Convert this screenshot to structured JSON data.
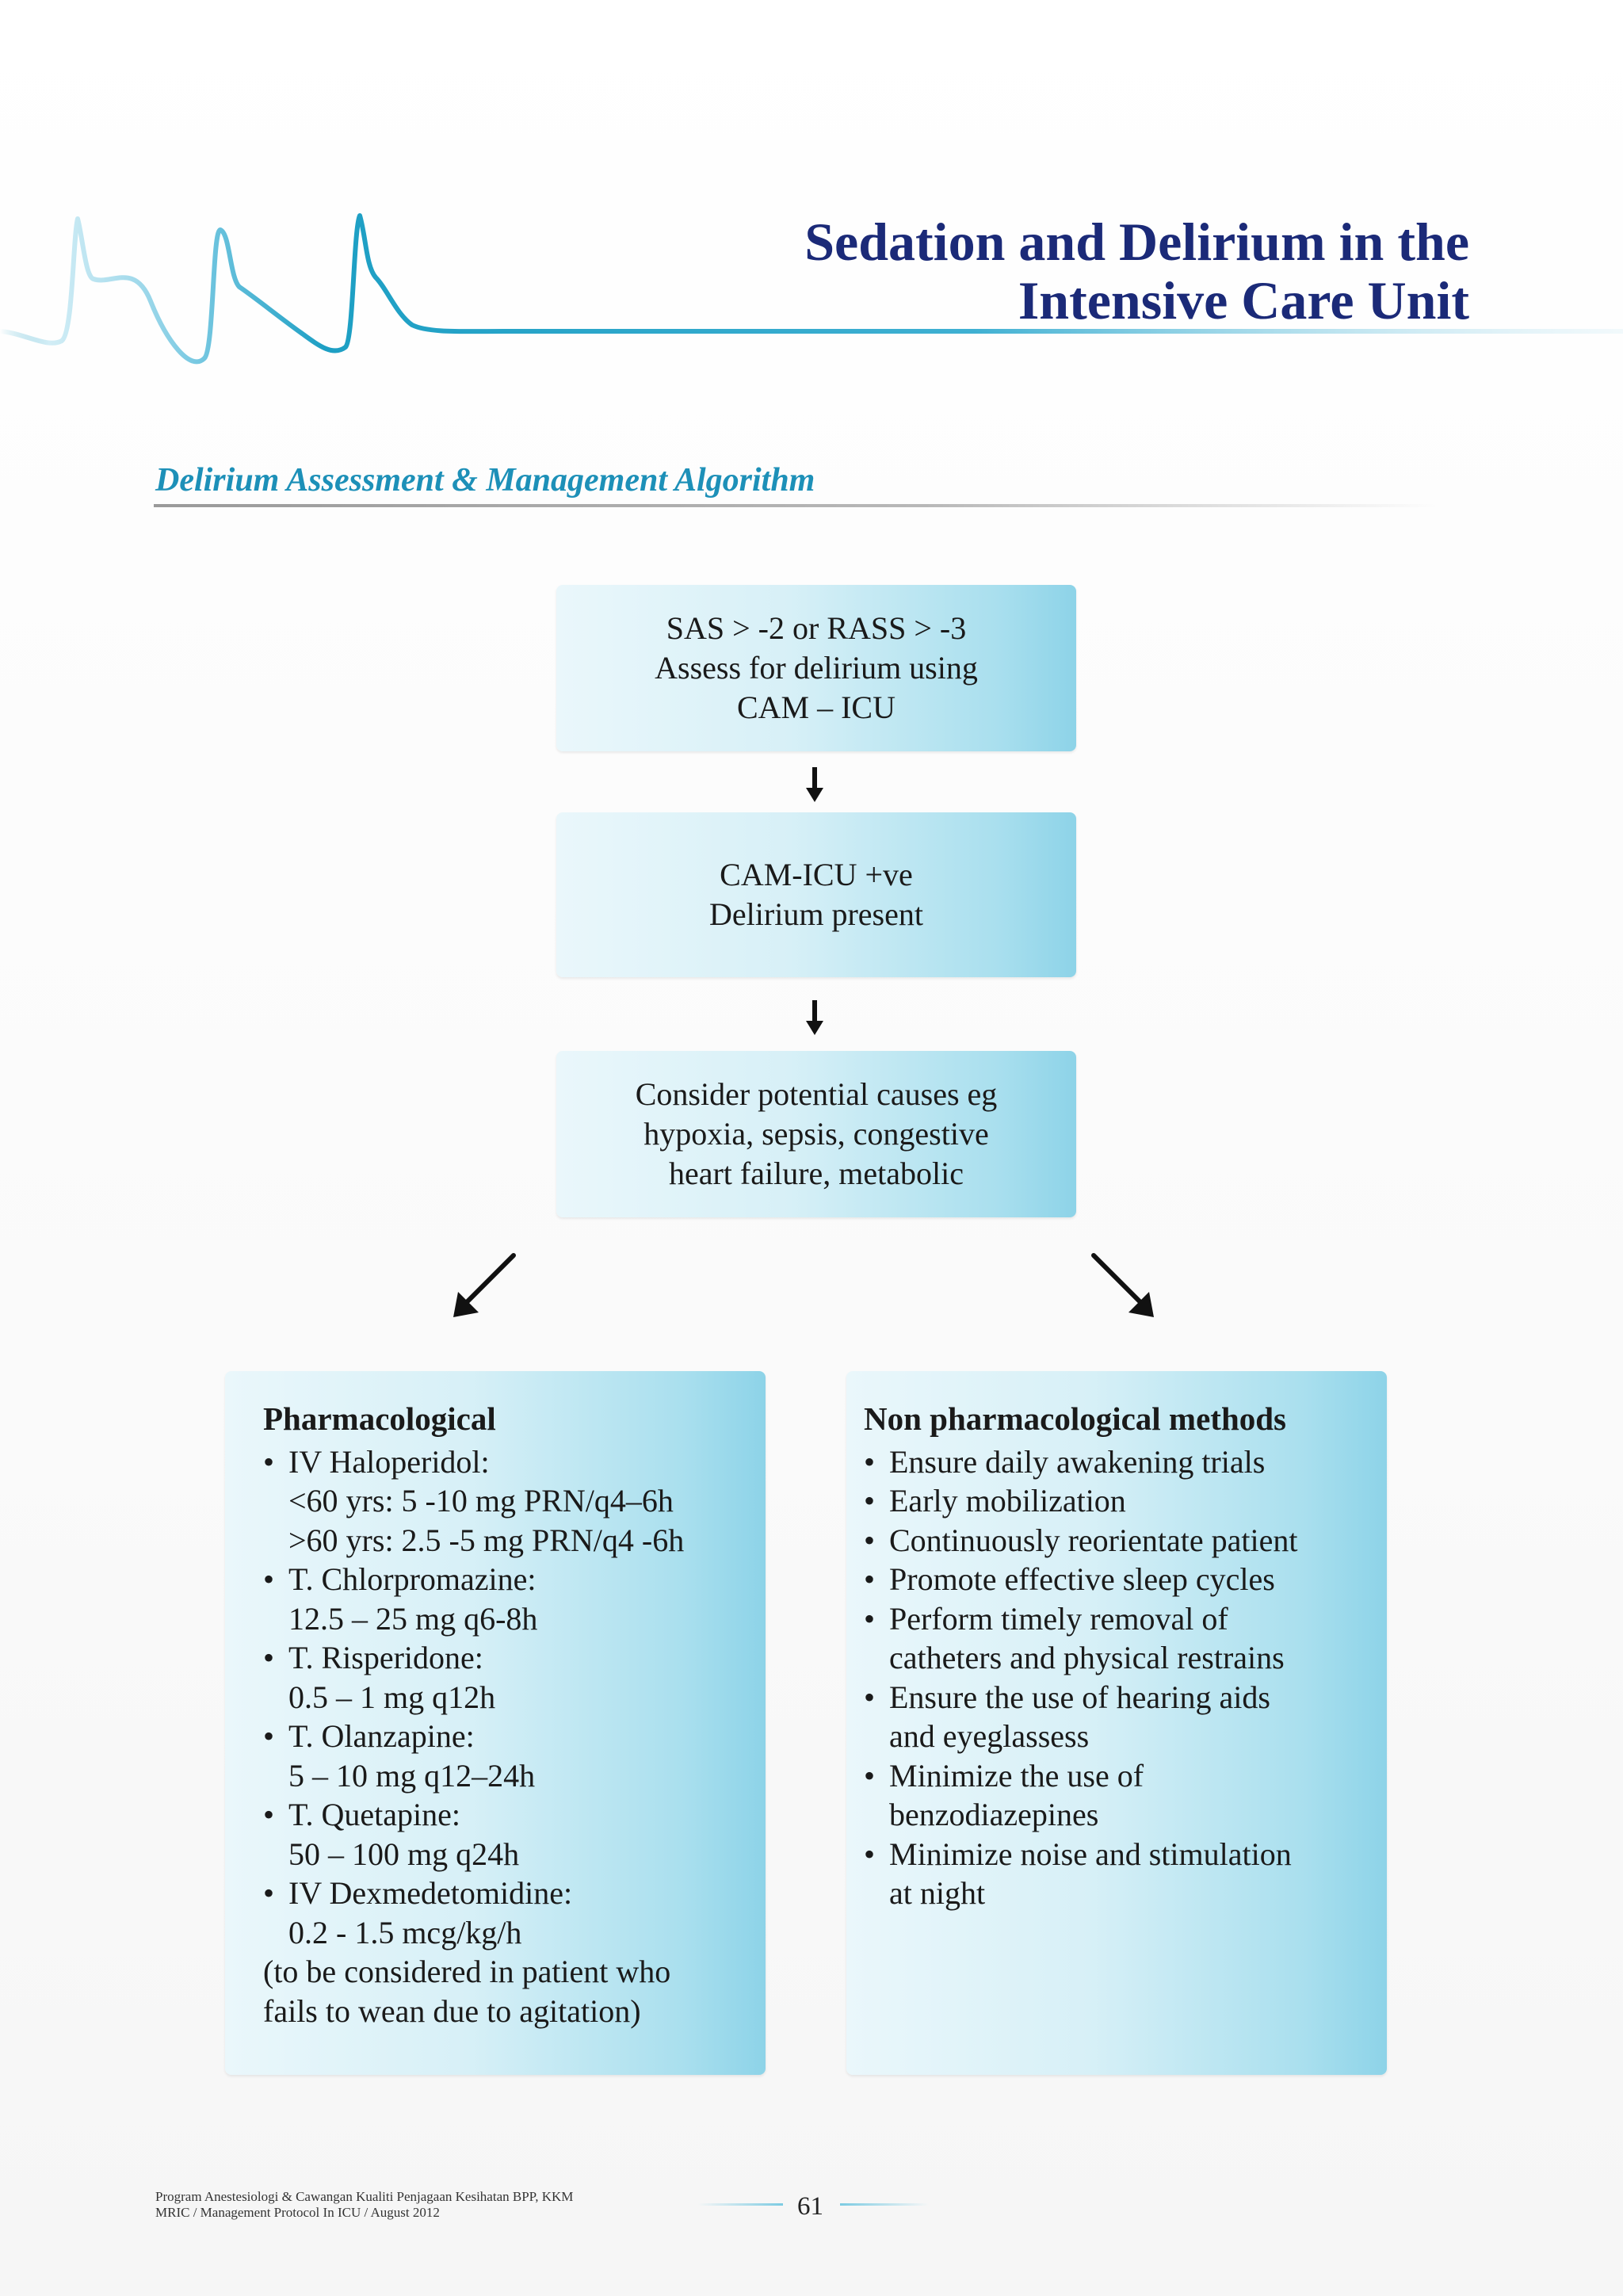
{
  "header": {
    "title_line1": "Sedation and Delirium in the",
    "title_line2": "Intensive Care Unit"
  },
  "section": {
    "heading": "Delirium Assessment & Management Algorithm"
  },
  "flow": {
    "box1": [
      "SAS > -2 or RASS > -3",
      "Assess for delirium using",
      "CAM – ICU"
    ],
    "box2": [
      "CAM-ICU +ve",
      "Delirium present"
    ],
    "box3": [
      "Consider potential causes eg",
      "hypoxia, sepsis, congestive",
      "heart failure, metabolic"
    ]
  },
  "pharmacological": {
    "title": "Pharmacological",
    "items": [
      {
        "name": "IV Haloperidol:",
        "details": [
          "<60 yrs: 5 -10 mg PRN/q4–6h",
          ">60 yrs: 2.5 -5 mg PRN/q4 -6h"
        ]
      },
      {
        "name": "T. Chlorpromazine:",
        "details": [
          "12.5 – 25 mg q6-8h"
        ]
      },
      {
        "name": "T. Risperidone:",
        "details": [
          "0.5 – 1 mg q12h"
        ]
      },
      {
        "name": "T. Olanzapine:",
        "details": [
          "5 – 10 mg q12–24h"
        ]
      },
      {
        "name": "T. Quetapine:",
        "details": [
          "50 – 100 mg q24h"
        ]
      },
      {
        "name": "IV Dexmedetomidine:",
        "details": [
          "0.2  -  1.5 mcg/kg/h"
        ]
      }
    ],
    "note": [
      "(to be considered in patient who",
      "fails to wean due to agitation)"
    ]
  },
  "non_pharmacological": {
    "title": "Non pharmacological methods",
    "items": [
      [
        "Ensure daily awakening trials"
      ],
      [
        "Early mobilization"
      ],
      [
        "Continuously reorientate patient"
      ],
      [
        "Promote effective sleep cycles"
      ],
      [
        "Perform timely removal of",
        "catheters and physical restrains"
      ],
      [
        "Ensure the use of hearing aids",
        "and eyeglassess"
      ],
      [
        "Minimize the use of",
        "benzodiazepines"
      ],
      [
        "Minimize noise and stimulation",
        "at night"
      ]
    ]
  },
  "footer": {
    "line1": "Program Anestesiologi & Cawangan Kualiti Penjagaan Kesihatan BPP, KKM",
    "line2": "MRIC / Management Protocol In ICU / August 2012",
    "page_number": "61"
  },
  "colors": {
    "title": "#1b2a78",
    "heading": "#1d90b8",
    "box_light": "#eaf7fb",
    "box_dark": "#8dd3e8",
    "ecg_line": "#1d9fc4"
  },
  "icons": {
    "arrow_down": "arrow-down-icon",
    "arrow_down_left": "arrow-down-left-icon",
    "arrow_down_right": "arrow-down-right-icon"
  }
}
